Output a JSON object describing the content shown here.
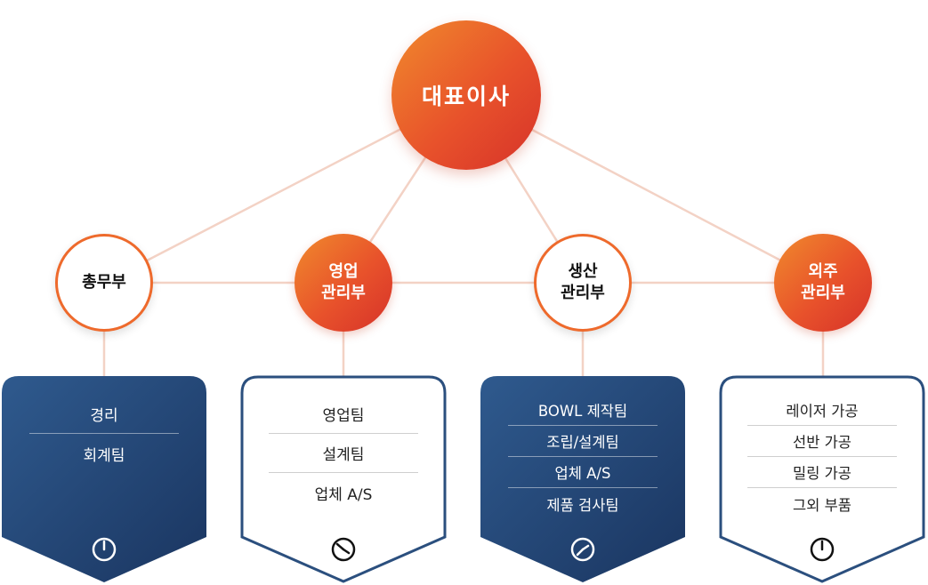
{
  "ceo": {
    "label": "대표이사"
  },
  "departments": [
    {
      "line1": "총무부",
      "line2": "",
      "style": "white",
      "teams": [
        "경리",
        "회계팀"
      ]
    },
    {
      "line1": "영업",
      "line2": "관리부",
      "style": "orange",
      "teams": [
        "영업팀",
        "설계팀",
        "업체 A/S"
      ]
    },
    {
      "line1": "생산",
      "line2": "관리부",
      "style": "white",
      "teams": [
        "BOWL 제작팀",
        "조립/설계팀",
        "업체 A/S",
        "제품 검사팀"
      ]
    },
    {
      "line1": "외주",
      "line2": "관리부",
      "style": "orange",
      "teams": [
        "레이저 가공",
        "선반 가공",
        "밀링 가공",
        "그외 부품"
      ]
    }
  ],
  "colors": {
    "orange": "#e8522b",
    "navy": "#1f3c68",
    "line": "#f2cdbf"
  },
  "icons": [
    "power-icon",
    "clock-icon",
    "clock-icon",
    "power-icon"
  ]
}
